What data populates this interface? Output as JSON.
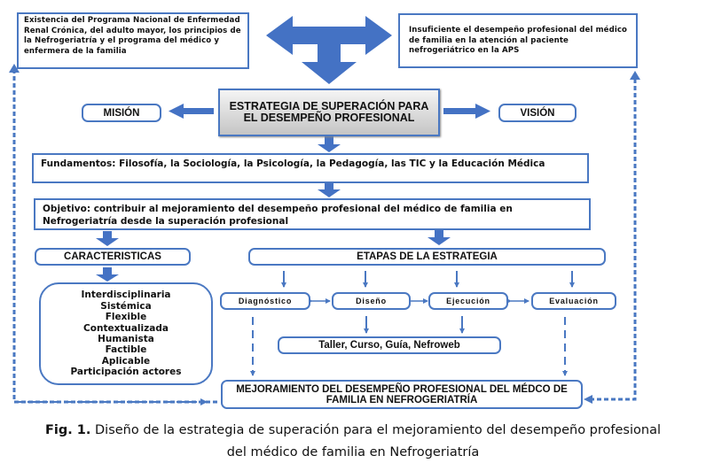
{
  "diagram": {
    "top_left_box": "Existencia del Programa Nacional de Enfermedad Renal Crónica, del adulto mayor, los principios de la Nefrogeriatría y el programa del médico y enfermera de la familia",
    "top_right_box": "Insuficiente el desempeño profesional del médico de familia en la atención al paciente nefrogeriátrico en la APS",
    "central_box": "ESTRATEGIA DE SUPERACIÓN PARA EL DESEMPEÑO PROFESIONAL",
    "mision": "MISIÓN",
    "vision": "VISIÓN",
    "fundamentos": "Fundamentos: Filosofía, la Sociología, la Psicología, la Pedagogía, las TIC y la Educación Médica",
    "objetivo": "Objetivo: contribuir al mejoramiento del desempeño profesional del médico de familia en Nefrogeriatría desde la superación profesional",
    "caracteristicas_title": "CARACTERISTICAS",
    "caracteristicas": [
      "Interdisciplinaria",
      "Sistémica",
      "Flexible",
      "Contextualizada",
      "Humanista",
      "Factible",
      "Aplicable",
      "Participación actores"
    ],
    "etapas_title": "ETAPAS DE LA ESTRATEGIA",
    "etapas": [
      "Diagnóstico",
      "Diseño",
      "Ejecución",
      "Evaluación"
    ],
    "productos": "Taller, Curso, Guía, Nefroweb",
    "resultado": "MEJORAMIENTO DEL DESEMPEÑO PROFESIONAL DEL MÉDCO DE FAMILIA EN NEFROGERIATRÍA",
    "colors": {
      "accent": "#4a78c2",
      "central_fill": "#d9d9d9"
    }
  },
  "caption": {
    "label": "Fig. 1.",
    "text_line1": " Diseño de la estrategia de superación para el mejoramiento del desempeño profesional",
    "text_line2": "del médico de familia en Nefrogeriatría"
  }
}
